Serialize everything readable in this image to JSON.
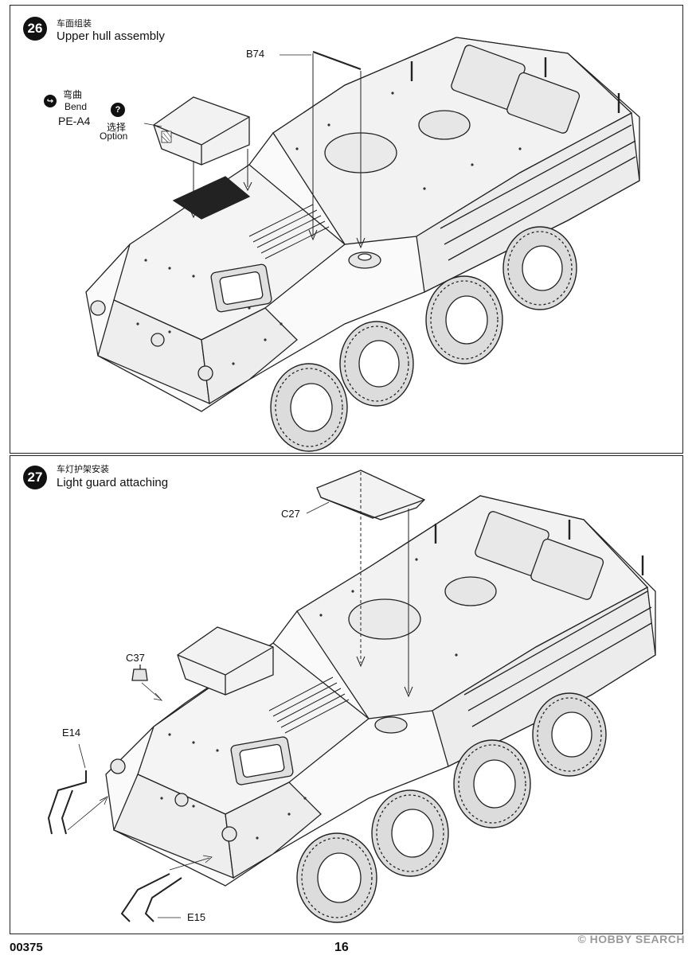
{
  "step26": {
    "number": "26",
    "title_cn": "车面组装",
    "title_en": "Upper hull assembly",
    "bend_cn": "弯曲",
    "bend_en": "Bend",
    "part_pe": "PE-A4",
    "option_cn": "选择",
    "option_en": "Option",
    "option_icon": "?",
    "part_b74": "B74"
  },
  "step27": {
    "number": "27",
    "title_cn": "车灯护架安装",
    "title_en": "Light guard attaching",
    "part_c27": "C27",
    "part_c37": "C37",
    "part_e14": "E14",
    "part_e15": "E15"
  },
  "footer": {
    "product_code": "00375",
    "page_number": "16",
    "watermark": "© HOBBY SEARCH"
  },
  "icons": {
    "bend": "bend-icon",
    "option": "question-icon"
  }
}
